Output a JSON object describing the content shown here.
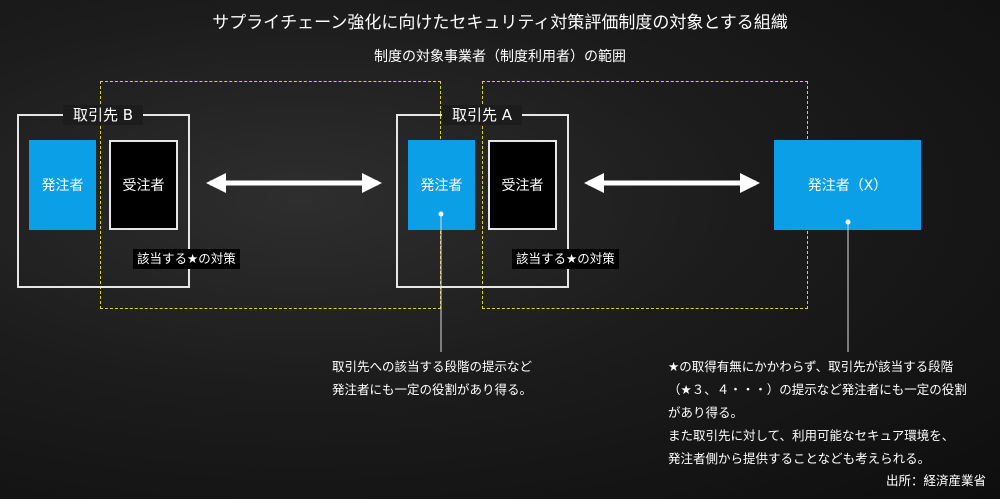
{
  "title": "サプライチェーン強化に向けたセキュリティ対策評価制度の対象とする組織",
  "subtitle": "制度の対象事業者（制度利用者）の範囲",
  "groups": {
    "b": {
      "label": "取引先 B",
      "ordering": "発注者",
      "receiving": "受注者",
      "badge": "該当する★の対策"
    },
    "a": {
      "label": "取引先 A",
      "ordering": "発注者",
      "receiving": "受注者",
      "badge": "該当する★の対策"
    },
    "x": {
      "ordering": "発注者（X）"
    }
  },
  "notes": {
    "left": [
      "取引先への該当する段階の提示など",
      "発注者にも一定の役割があり得る。"
    ],
    "right": [
      "★の取得有無にかかわらず、取引先が該当する段階",
      "（★３、４・・・）の提示など発注者にも一定の役割",
      "があり得る。",
      "また取引先に対して、利用可能なセキュア環境を、",
      "発注者側から提供することなども考えられる。"
    ]
  },
  "source": "出所：経済産業省",
  "colors": {
    "blue": "#0a9fe6",
    "dash": "#d9d23a",
    "frame": "#e6e6e6"
  }
}
